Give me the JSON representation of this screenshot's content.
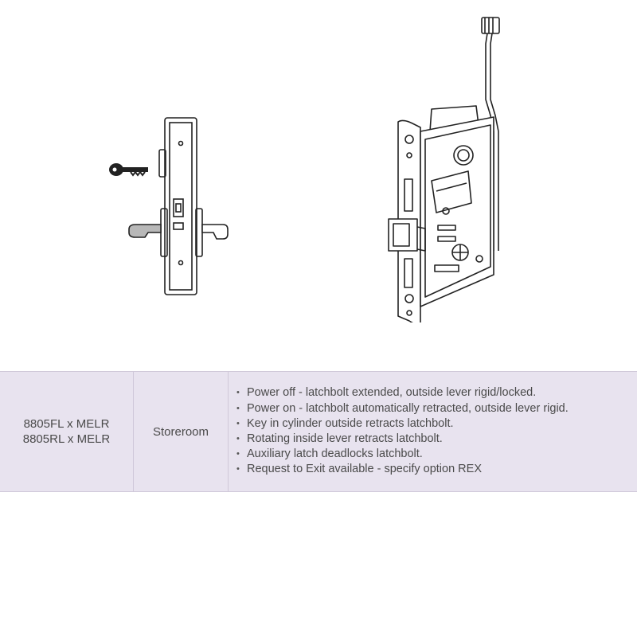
{
  "spec_row": {
    "models": [
      "8805FL x MELR",
      "8805RL x MELR"
    ],
    "function": "Storeroom",
    "description": [
      "Power off - latchbolt extended, outside lever rigid/locked.",
      "Power on - latchbolt automatically retracted, outside lever rigid.",
      "Key in cylinder outside retracts latchbolt.",
      "Rotating inside lever retracts latchbolt.",
      "Auxiliary latch deadlocks latchbolt.",
      "Request to Exit available - specify option REX"
    ]
  },
  "colors": {
    "table_bg": "#e8e3ef",
    "table_border": "#cfc8d9",
    "text": "#4a4a4a",
    "line_art": "#222222"
  },
  "icons": [
    "key-icon",
    "lever-handle-icon",
    "mortise-lock-body-illustration"
  ]
}
